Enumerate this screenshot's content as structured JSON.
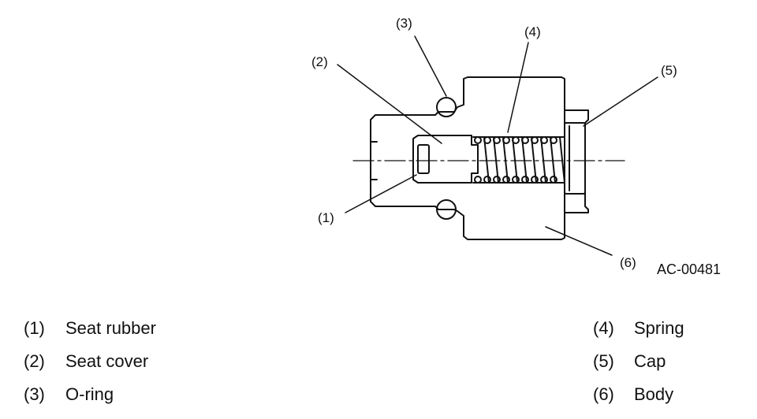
{
  "callouts": {
    "c1": "(1)",
    "c2": "(2)",
    "c3": "(3)",
    "c4": "(4)",
    "c5": "(5)",
    "c6": "(6)"
  },
  "figure_code": "AC-00481",
  "legend": [
    {
      "num": "(1)",
      "name": "Seat rubber"
    },
    {
      "num": "(2)",
      "name": "Seat cover"
    },
    {
      "num": "(3)",
      "name": "O-ring"
    },
    {
      "num": "(4)",
      "name": "Spring"
    },
    {
      "num": "(5)",
      "name": "Cap"
    },
    {
      "num": "(6)",
      "name": "Body"
    }
  ]
}
